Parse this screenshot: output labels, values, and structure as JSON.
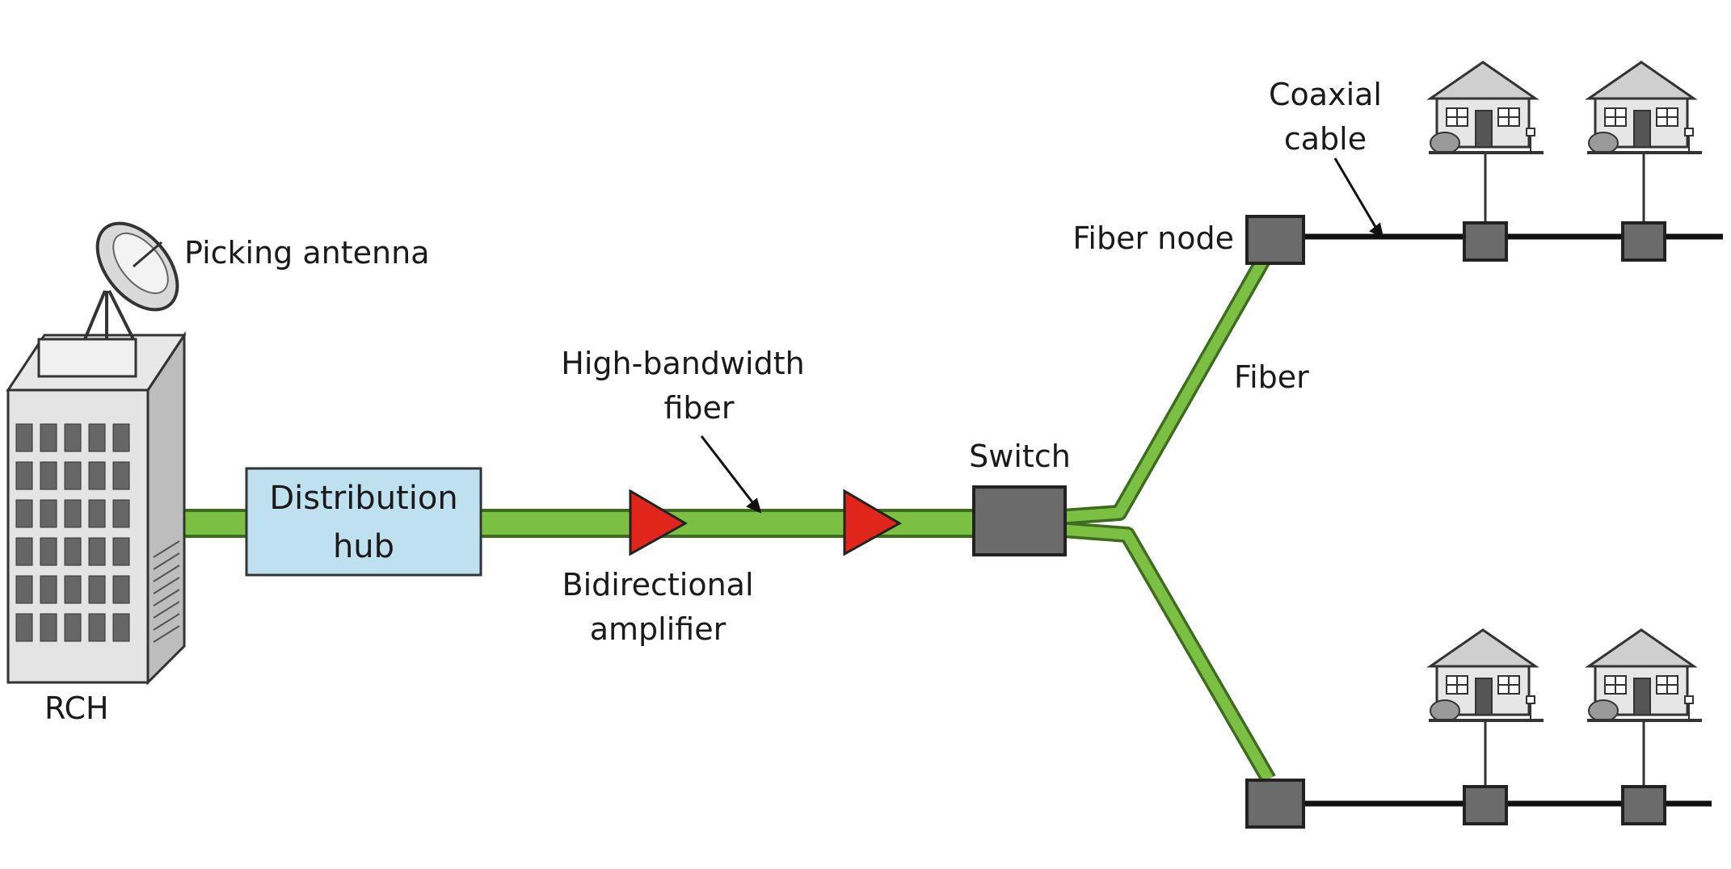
{
  "labels": {
    "picking_antenna": "Picking antenna",
    "rch": "RCH",
    "distribution_hub_line1": "Distribution",
    "distribution_hub_line2": "hub",
    "high_bandwidth_line1": "High-bandwidth",
    "high_bandwidth_line2": "fiber",
    "bidirectional_line1": "Bidirectional",
    "bidirectional_line2": "amplifier",
    "switch": "Switch",
    "fiber_node": "Fiber node",
    "fiber": "Fiber",
    "coaxial_line1": "Coaxial",
    "coaxial_line2": "cable"
  },
  "colors": {
    "fiber": "#7cc043",
    "fiber_edge": "#3d6b1f",
    "amplifier": "#e0251b",
    "hub_fill": "#bfe0ef",
    "node": "#6b6b6b",
    "building": "#d8d8d8",
    "coax": "#111111"
  }
}
